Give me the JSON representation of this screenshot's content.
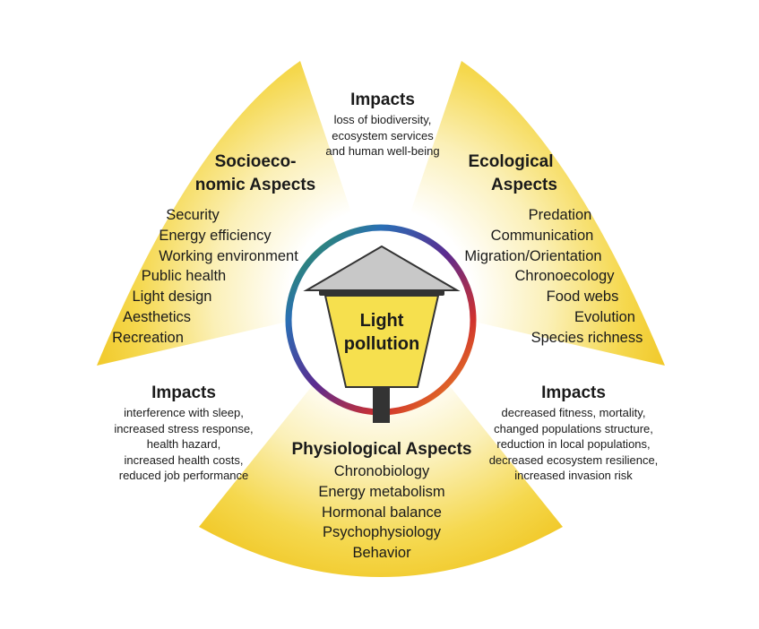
{
  "center": {
    "line1": "Light",
    "line2": "pollution"
  },
  "impacts_top": {
    "title": "Impacts",
    "lines": [
      "loss of biodiversity,",
      "ecosystem services",
      "and human well-being"
    ]
  },
  "socioeconomic": {
    "title_line1": "Socioeco-",
    "title_line2": "nomic Aspects",
    "items": [
      "Security",
      "Energy efficiency",
      "Working environment",
      "Public health",
      "Light design",
      "Aesthetics",
      "Recreation"
    ]
  },
  "ecological": {
    "title_line1": "Ecological",
    "title_line2": "Aspects",
    "items": [
      "Predation",
      "Communication",
      "Migration/Orientation",
      "Chronoecology",
      "Food webs",
      "Evolution",
      "Species richness"
    ]
  },
  "impacts_left": {
    "title": "Impacts",
    "lines": [
      "interference with sleep,",
      "increased stress response,",
      "health hazard,",
      "increased health costs,",
      "reduced job performance"
    ]
  },
  "impacts_right": {
    "title": "Impacts",
    "lines": [
      "decreased fitness, mortality,",
      "changed populations structure,",
      "reduction in local populations,",
      "decreased ecosystem resilience,",
      "increased invasion risk"
    ]
  },
  "physiological": {
    "title": "Physiological Aspects",
    "items": [
      "Chronobiology",
      "Energy metabolism",
      "Hormonal balance",
      "Psychophysiology",
      "Behavior"
    ]
  },
  "colors": {
    "yellow": "#f2cf2f",
    "lamp_fill": "#f6e04e",
    "lamp_roof": "#c4c4c4",
    "lamp_pole": "#333333"
  }
}
